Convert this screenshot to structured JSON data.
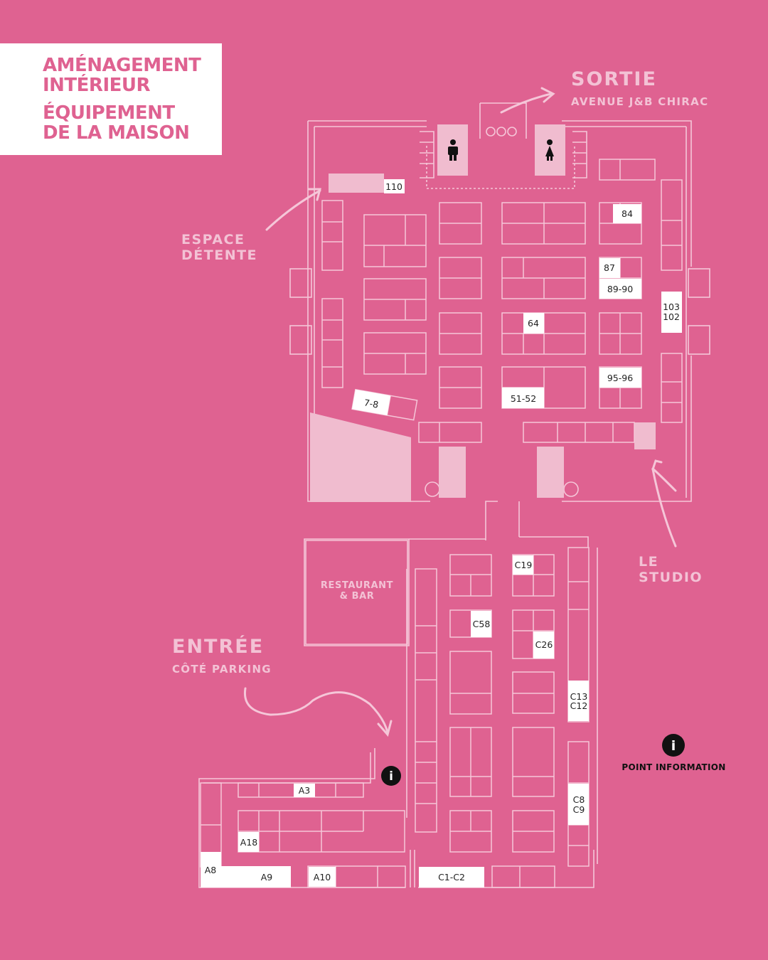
{
  "header": {
    "line1": "AMÉNAGEMENT",
    "line2": "INTÉRIEUR",
    "line3": "ÉQUIPEMENT",
    "line4": "DE LA MAISON"
  },
  "labels": {
    "sortie": "SORTIE",
    "sortie_sub": "AVENUE J&B CHIRAC",
    "espace1": "ESPACE",
    "espace2": "DÉTENTE",
    "studio1": "LE",
    "studio2": "STUDIO",
    "restaurant1": "RESTAURANT",
    "restaurant2": "& BAR",
    "entree": "ENTRÉE",
    "entree_sub": "CÔTÉ PARKING",
    "point_info": "POINT INFORMATION"
  },
  "stands": {
    "s110": "110",
    "s84": "84",
    "s87": "87",
    "s8990": "89-90",
    "s103": "103",
    "s102": "102",
    "s64": "64",
    "s9596": "95-96",
    "s78": "7-8",
    "s5152": "51-52",
    "c19": "C19",
    "c58": "C58",
    "c26": "C26",
    "c13": "C13",
    "c12": "C12",
    "c8": "C8",
    "c9": "C9",
    "a3": "A3",
    "a18": "A18",
    "a8": "A8",
    "a9": "A9",
    "a10": "A10",
    "c1c2": "C1-C2"
  },
  "icons": [
    "men-restroom-icon",
    "women-restroom-icon",
    "info-icon",
    "arrow-icon"
  ],
  "colors": {
    "background": "#df6291",
    "lines": "#f5c6d8",
    "light_fill": "#f0bccf",
    "title": "#df6291"
  }
}
